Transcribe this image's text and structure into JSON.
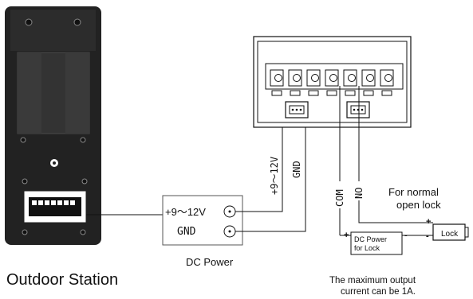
{
  "device": {
    "label": "Outdoor Station"
  },
  "dc_power": {
    "v_label": "+9～12V",
    "gnd_label": "GND",
    "caption": "DC Power"
  },
  "terminal": {
    "v_label": "+9～12V",
    "gnd_label": "GND",
    "com_label": "COM",
    "no_label": "NO"
  },
  "lock": {
    "title_line1": "For normal",
    "title_line2": "open lock",
    "label": "Lock",
    "plus": "+",
    "minus": "-"
  },
  "lock_power": {
    "line1": "DC Power",
    "line2": "for Lock",
    "plus": "+",
    "minus": "-"
  },
  "note": {
    "line1": "The maximum output",
    "line2": "current can be 1A."
  }
}
